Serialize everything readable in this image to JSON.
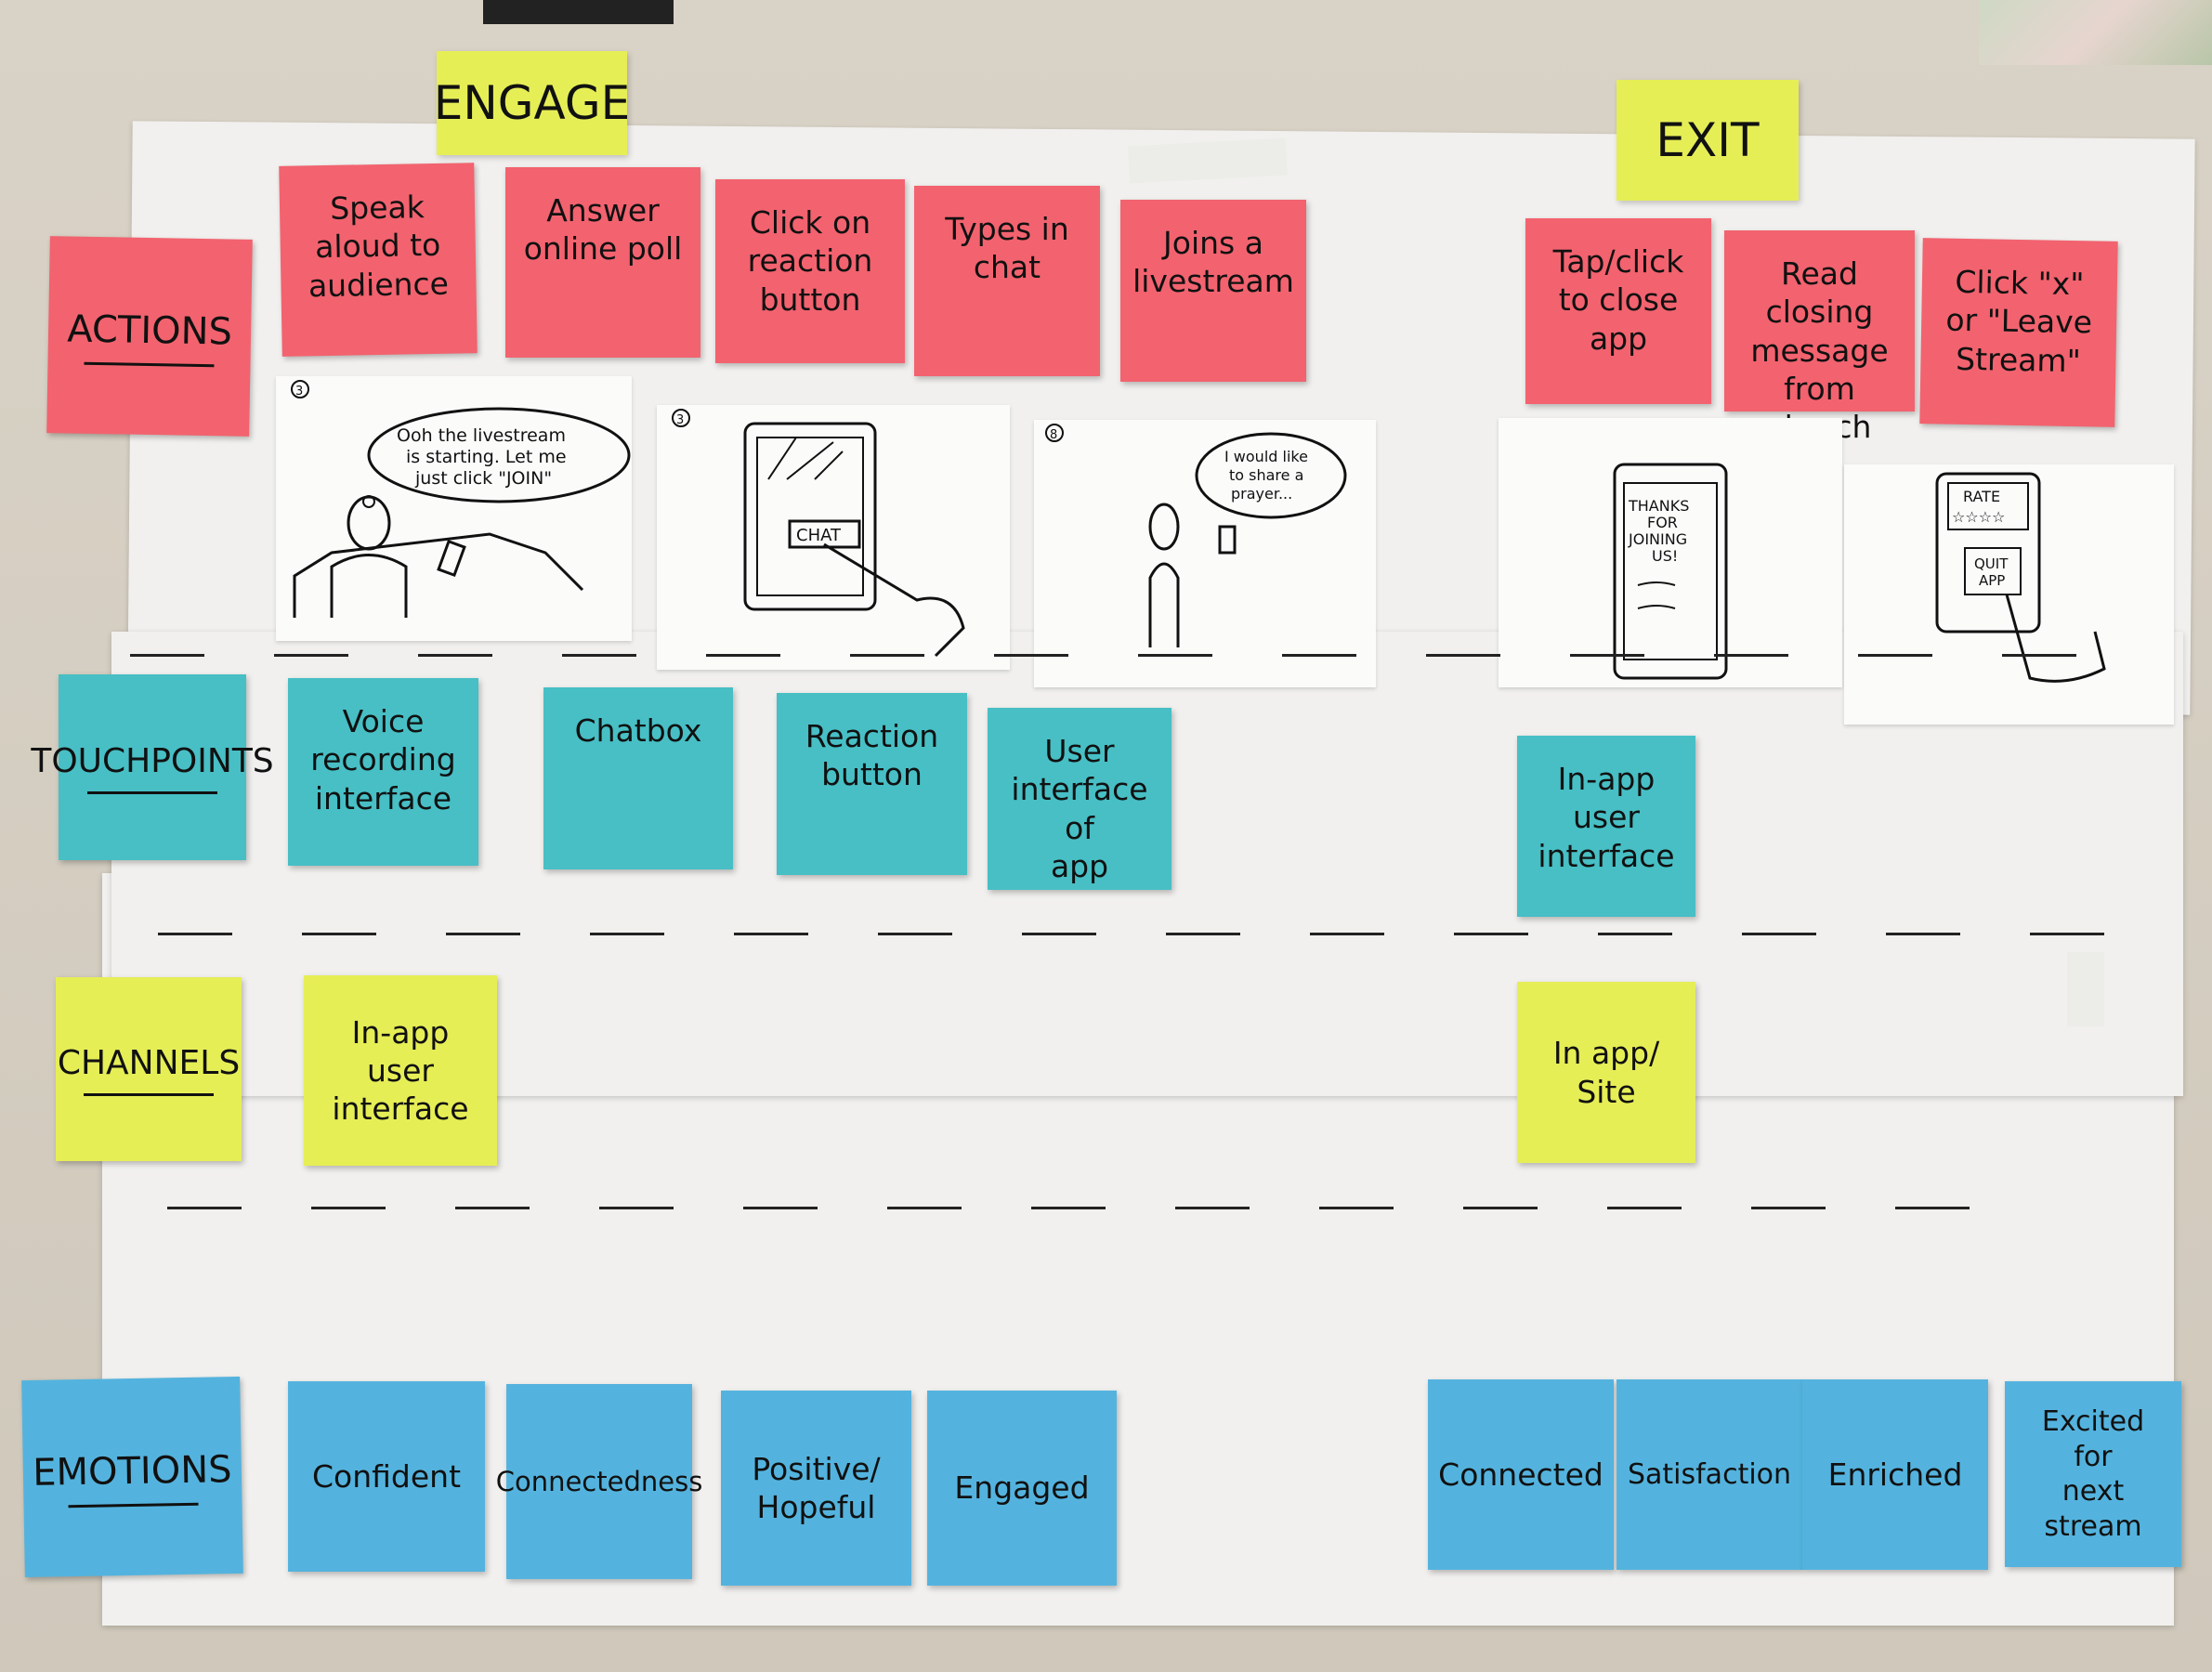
{
  "phases": {
    "engage": "ENGAGE",
    "exit": "EXIT"
  },
  "row_labels": {
    "actions": "ACTIONS",
    "touchpoints": "TOUCHPOINTS",
    "channels": "CHANNELS",
    "emotions": "EMOTIONS"
  },
  "actions": [
    "Speak\naloud to\naudience",
    "Answer\nonline poll",
    "Click on\nreaction\nbutton",
    "Types in\nchat",
    "Joins a\nlivestream",
    "Tap/click\nto close\napp",
    "Read\nclosing\nmessage\nfrom church",
    "Click \"x\"\nor \"Leave\nStream\""
  ],
  "sketches": {
    "s1_number": "3",
    "s1_bubble": "Ooh the livestream\nis starting. Let me\njust click \"JOIN\"",
    "s2_number": "3",
    "s2_button": "CHAT",
    "s3_number": "8",
    "s3_bubble": "I would like\nto share a\nprayer...",
    "s4_screen": "THANKS\nFOR\nJOINING\nUS!",
    "s5_rate": "RATE",
    "s5_stars": "☆☆☆☆",
    "s5_quit": "QUIT\nAPP"
  },
  "touchpoints": [
    "Voice\nrecording\ninterface",
    "Chatbox",
    "Reaction\nbutton",
    "User\ninterface of\napp",
    "In-app\nuser\ninterface"
  ],
  "channels": [
    "In-app\nuser interface",
    "In app/\nSite"
  ],
  "emotions": [
    "Confident",
    "Connectedness",
    "Positive/\nHopeful",
    "Engaged",
    "Connected",
    "Satisfaction",
    "Enriched",
    "Excited for\nnext stream"
  ],
  "colors": {
    "pink": "#f2636f",
    "teal": "#47bfc5",
    "blue": "#54b3de",
    "yellow": "#e6ee56",
    "paper": "#f1f0ee",
    "wall": "#d6cfc3"
  }
}
